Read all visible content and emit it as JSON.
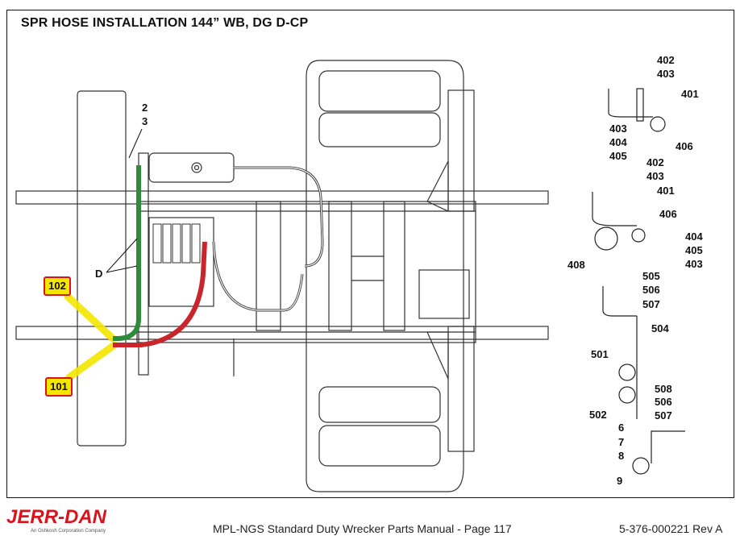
{
  "title": "SPR HOSE INSTALLATION 144” WB, DG D-CP",
  "labels": {
    "l2": "2",
    "l3": "3",
    "lD": "D",
    "l102": "102",
    "l101": "101",
    "l402a": "402",
    "l403a": "403",
    "l401a": "401",
    "l403b": "403",
    "l404a": "404",
    "l405a": "405",
    "l406a": "406",
    "l402b": "402",
    "l403c": "403",
    "l401b": "401",
    "l406b": "406",
    "l404b": "404",
    "l405b": "405",
    "l403d": "403",
    "l408": "408",
    "l505": "505",
    "l506a": "506",
    "l507a": "507",
    "l504": "504",
    "l501": "501",
    "l508": "508",
    "l506b": "506",
    "l507b": "507",
    "l502": "502",
    "l6": "6",
    "l7": "7",
    "l8": "8",
    "l9": "9"
  },
  "colors": {
    "hose_green": "#2e8b3a",
    "hose_red": "#c8262b",
    "highlight": "#f5e600",
    "callout_box": "#f5e600",
    "callout_border": "#d9141c",
    "brand_red": "#d9141c"
  },
  "footer": {
    "brand": "JERR-DAN",
    "brand_sub": "An Oshkosh Corporation Company",
    "manual": "MPL-NGS Standard Duty Wrecker Parts Manual  -  Page 117",
    "doc_number": "5-376-000221  Rev A"
  }
}
